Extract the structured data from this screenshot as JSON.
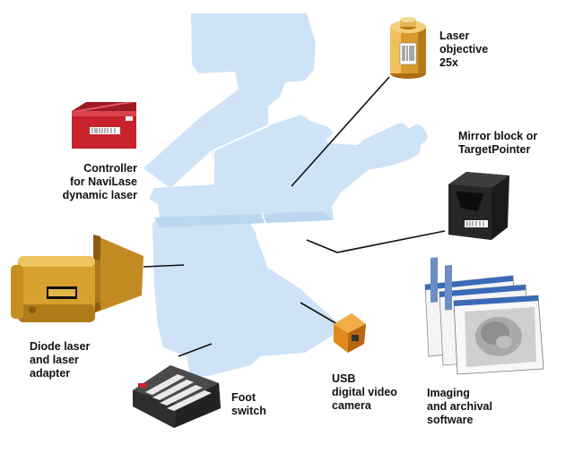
{
  "colors": {
    "microscope_silhouette": "#cfe3f6",
    "leader_lines": "#111111",
    "laser_objective_gold": "#d99a2b",
    "controller_red": "#c8222c",
    "diode_laser_gold": "#d8a02e",
    "mirror_block_black": "#1b1b1b",
    "camera_orange": "#e08a1e",
    "foot_switch_dark": "#3a3a3a"
  },
  "components": [
    {
      "id": "laser-objective",
      "label_lines": [
        "Laser",
        "objective",
        "25x"
      ],
      "icon": "laser-objective-icon"
    },
    {
      "id": "controller",
      "label_lines": [
        "Controller",
        "for NaviLase",
        "dynamic laser"
      ],
      "icon": "controller-icon"
    },
    {
      "id": "mirror-block",
      "label_lines": [
        "Mirror block or",
        "TargetPointer"
      ],
      "icon": "mirror-block-icon"
    },
    {
      "id": "diode-laser",
      "label_lines": [
        "Diode laser",
        "and laser",
        "adapter"
      ],
      "icon": "diode-laser-icon"
    },
    {
      "id": "usb-camera",
      "label_lines": [
        "USB",
        "digital video",
        "camera"
      ],
      "icon": "usb-camera-icon"
    },
    {
      "id": "foot-switch",
      "label_lines": [
        "Foot",
        "switch"
      ],
      "icon": "foot-switch-icon"
    },
    {
      "id": "imaging-software",
      "label_lines": [
        "Imaging",
        "and archival",
        "software"
      ],
      "icon": "software-windows-icon"
    }
  ]
}
